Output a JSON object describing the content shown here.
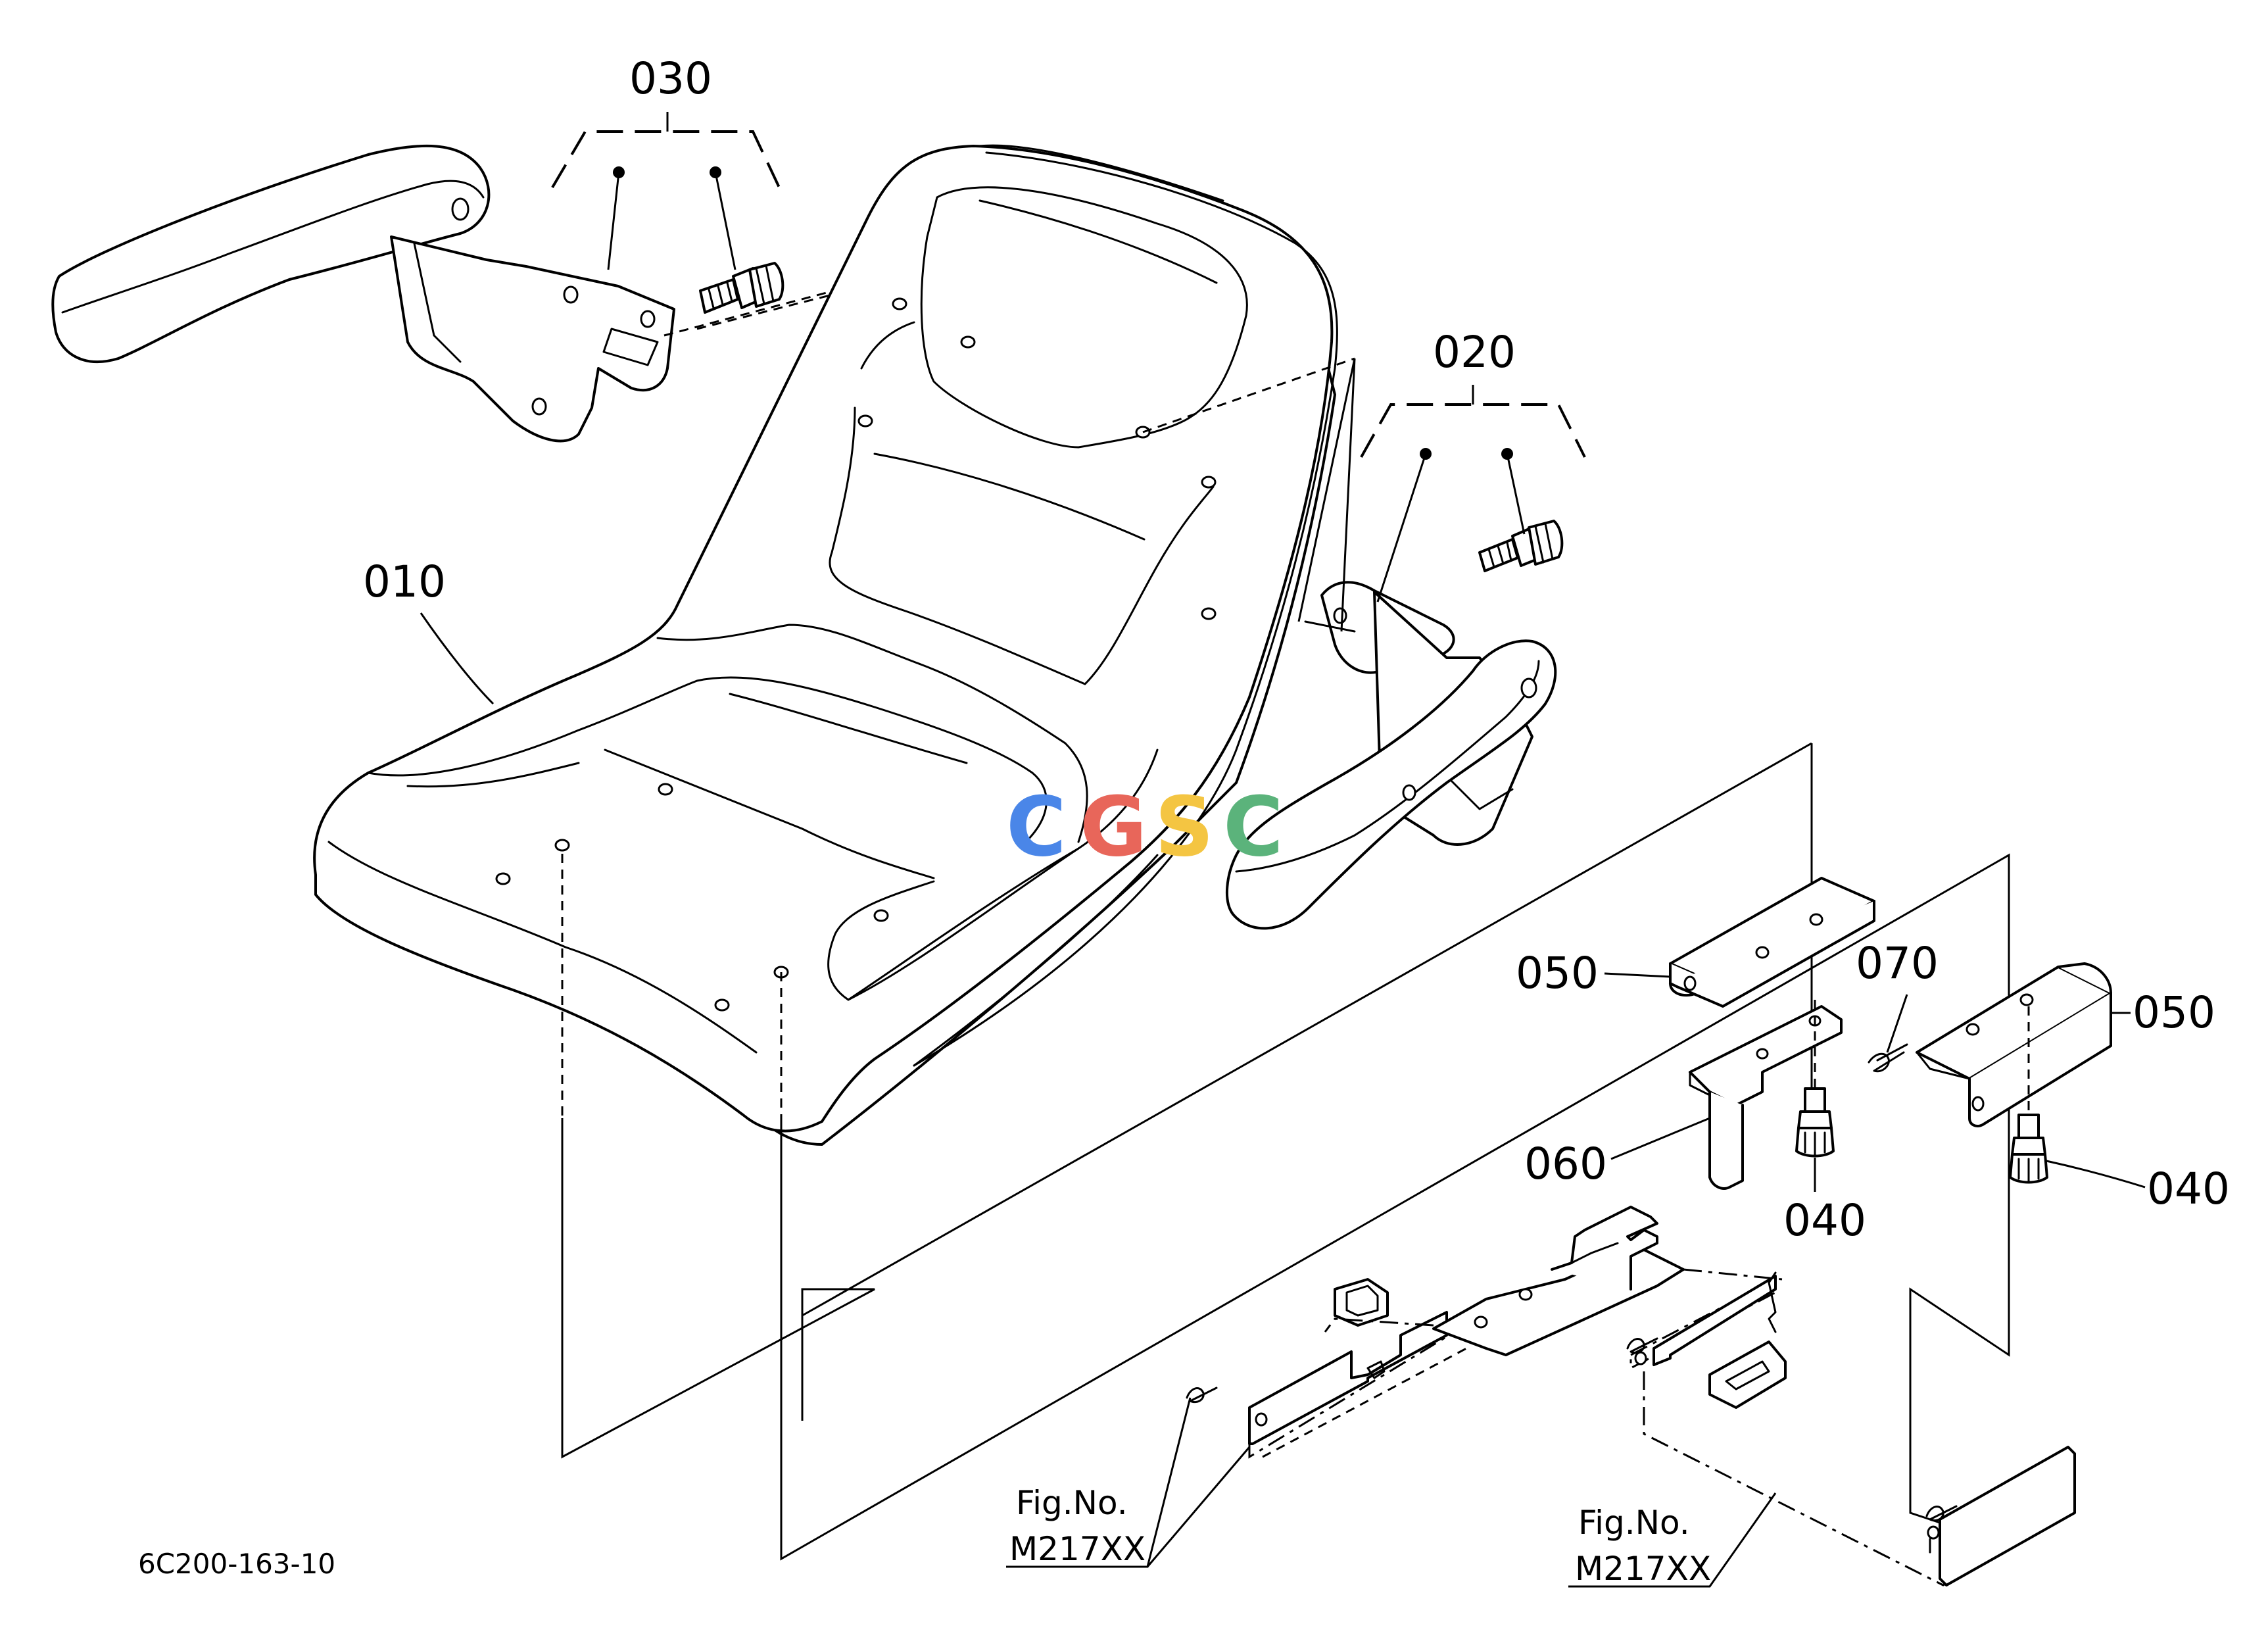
{
  "callouts": {
    "seat": "010",
    "armrest_right": "020",
    "armrest_left": "030",
    "bolt_a": "040",
    "bolt_b": "040",
    "bracket_a": "050",
    "bracket_b": "050",
    "stay": "060",
    "pin": "070"
  },
  "references": {
    "left": {
      "line1": "Fig.No.",
      "line2": "M217XX"
    },
    "right": {
      "line1": "Fig.No.",
      "line2": "M217XX"
    }
  },
  "drawing_id": "6C200-163-10",
  "watermark": {
    "letters": [
      "C",
      "G",
      "S",
      "C"
    ],
    "colors": [
      "#4a86e8",
      "#e8665a",
      "#f4c542",
      "#5bb37b"
    ]
  },
  "icons": {
    "seat": "seat-icon",
    "armrest_left": "armrest-icon",
    "armrest_right": "armrest-icon",
    "bolt": "bolt-icon",
    "bracket": "bracket-icon",
    "pin": "pin-icon",
    "frame": "seat-frame-icon"
  }
}
